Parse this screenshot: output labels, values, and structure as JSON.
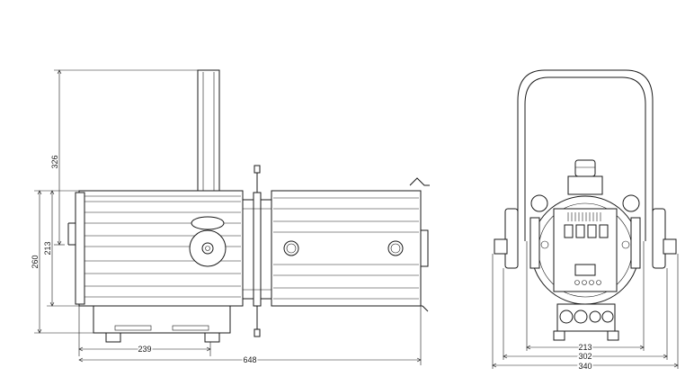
{
  "dimensions": {
    "side_height_total": "326",
    "side_body_height": "260",
    "side_barrel_height": "213",
    "side_base_length": "239",
    "side_total_length": "648",
    "front_width_inner": "213",
    "front_width_mid": "302",
    "front_width_total": "340"
  }
}
